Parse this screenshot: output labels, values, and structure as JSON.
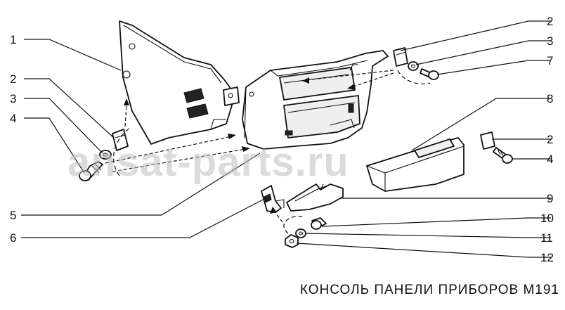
{
  "caption": "КОНСОЛЬ ПАНЕЛИ ПРИБОРОВ М191",
  "watermark": "ansat-parts.ru",
  "callouts": {
    "left_1": "1",
    "left_2": "2",
    "left_3": "3",
    "left_4": "4",
    "left_5": "5",
    "left_6": "6",
    "right_2a": "2",
    "right_3": "3",
    "right_7": "7",
    "right_8": "8",
    "right_2b": "2",
    "right_4": "4",
    "right_9": "9",
    "right_10": "10",
    "right_11": "11",
    "right_12": "12"
  }
}
